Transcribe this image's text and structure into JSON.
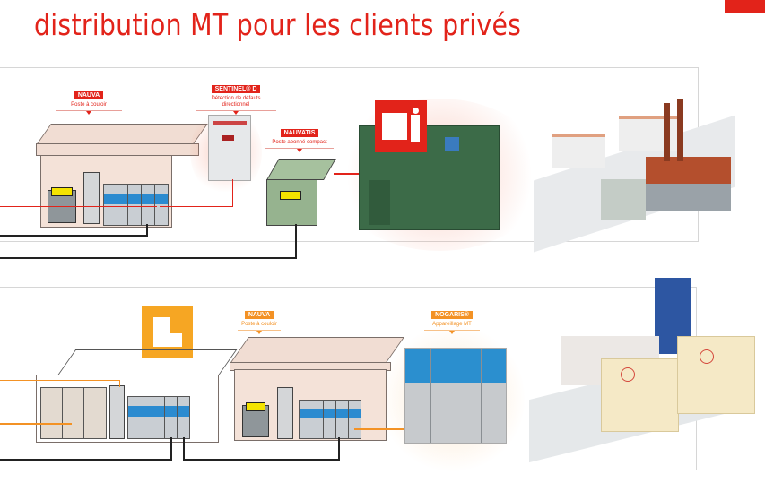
{
  "header": {
    "title": "distribution MT pour les clients privés",
    "accent_color": "#e2231a",
    "secondary_color": "#f39225"
  },
  "top_row": {
    "labels": [
      {
        "name": "NAUVA",
        "desc": "Poste à couloir",
        "color": "red"
      },
      {
        "name": "SENTINEL® D",
        "desc": "Détection de défauts directionnel",
        "color": "red"
      },
      {
        "name": "NAUVATIS",
        "desc": "Poste abonné compact",
        "color": "red"
      }
    ],
    "icons": [
      "substation-person-icon"
    ],
    "illustrations": [
      "nauva-substation",
      "sentinel-d-device",
      "nauvatis-compact-substation",
      "green-kiosk-substation",
      "industrial-factory"
    ]
  },
  "bottom_row": {
    "labels": [
      {
        "name": "NAUVA",
        "desc": "Poste à couloir",
        "color": "orange"
      },
      {
        "name": "NOGARIS®",
        "desc": "Appareillage MT",
        "color": "orange"
      }
    ],
    "icons": [
      "indoor-substation-icon"
    ],
    "illustrations": [
      "indoor-switchroom",
      "nauva-substation",
      "nogaris-switchgear",
      "hospital-buildings"
    ]
  }
}
